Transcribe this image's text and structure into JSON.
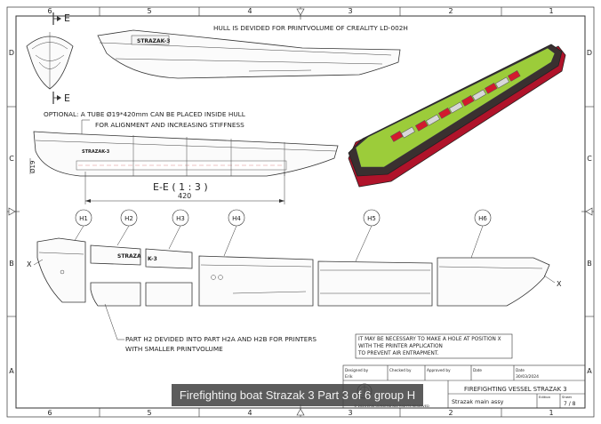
{
  "border": {
    "cols_top": [
      "6",
      "5",
      "4",
      "3",
      "2",
      "1"
    ],
    "cols_bottom": [
      "6",
      "5",
      "4",
      "3",
      "2",
      "1"
    ],
    "rows_left": [
      "D",
      "C",
      "B",
      "A"
    ],
    "rows_right": [
      "D",
      "C",
      "B",
      "A"
    ]
  },
  "section_marker": {
    "top": "E",
    "bottom": "E"
  },
  "notes": {
    "hull_divided": "HULL IS DEVIDED FOR PRINTVOLUME OF CREALITY  LD-002H",
    "optional_line1": "OPTIONAL: A TUBE Ø19*420mm CAN BE PLACED INSIDE HULL",
    "optional_line2": "FOR ALIGNMENT AND INCREASING STIFFNESS",
    "part_h2_line1": "PART H2 DEVIDED INTO PART H2A AND H2B FOR PRINTERS",
    "part_h2_line2": "WITH SMALLER PRINTVOLUME",
    "hole_line1": "IT MAY BE NECESSARY TO MAKE A HOLE AT POSITION X",
    "hole_line2": "WITH THE PRINTER APPLICATION",
    "hole_line3": "TO PREVENT AIR ENTRAPMENT."
  },
  "section_view": {
    "title": "E-E ( 1 : 3 )",
    "dim_length": "420",
    "dim_diameter": "Ø19"
  },
  "hull_name": "STRAZAK-3",
  "parts": [
    "H1",
    "H2",
    "H3",
    "H4",
    "H5",
    "H6"
  ],
  "position_x": "X",
  "title_block": {
    "designed_by_label": "Designed by",
    "designed_by": "Erik",
    "checked_by_label": "Checked by",
    "approved_by_label": "Approved by",
    "date_label": "Date",
    "date_label2": "Date",
    "date": "30/03/2024",
    "title": "FIREFIGHTING VESSEL STRAZAK 3",
    "subtitle": "Strazak main assy",
    "edition_label": "Edition",
    "sheet_label": "Sheet",
    "sheet": "7 / 8",
    "copyright": "© 2024 ERIK UURSEMA ALL RIGHTS RESERVED"
  },
  "overlay_caption": "Firefighting boat Strazak 3 Part 3 of 6 group H",
  "colors": {
    "deck_green": "#9ccc3a",
    "hull_red": "#b0132a",
    "hull_dark": "#3a3030",
    "hold_red": "#d21a2e"
  }
}
